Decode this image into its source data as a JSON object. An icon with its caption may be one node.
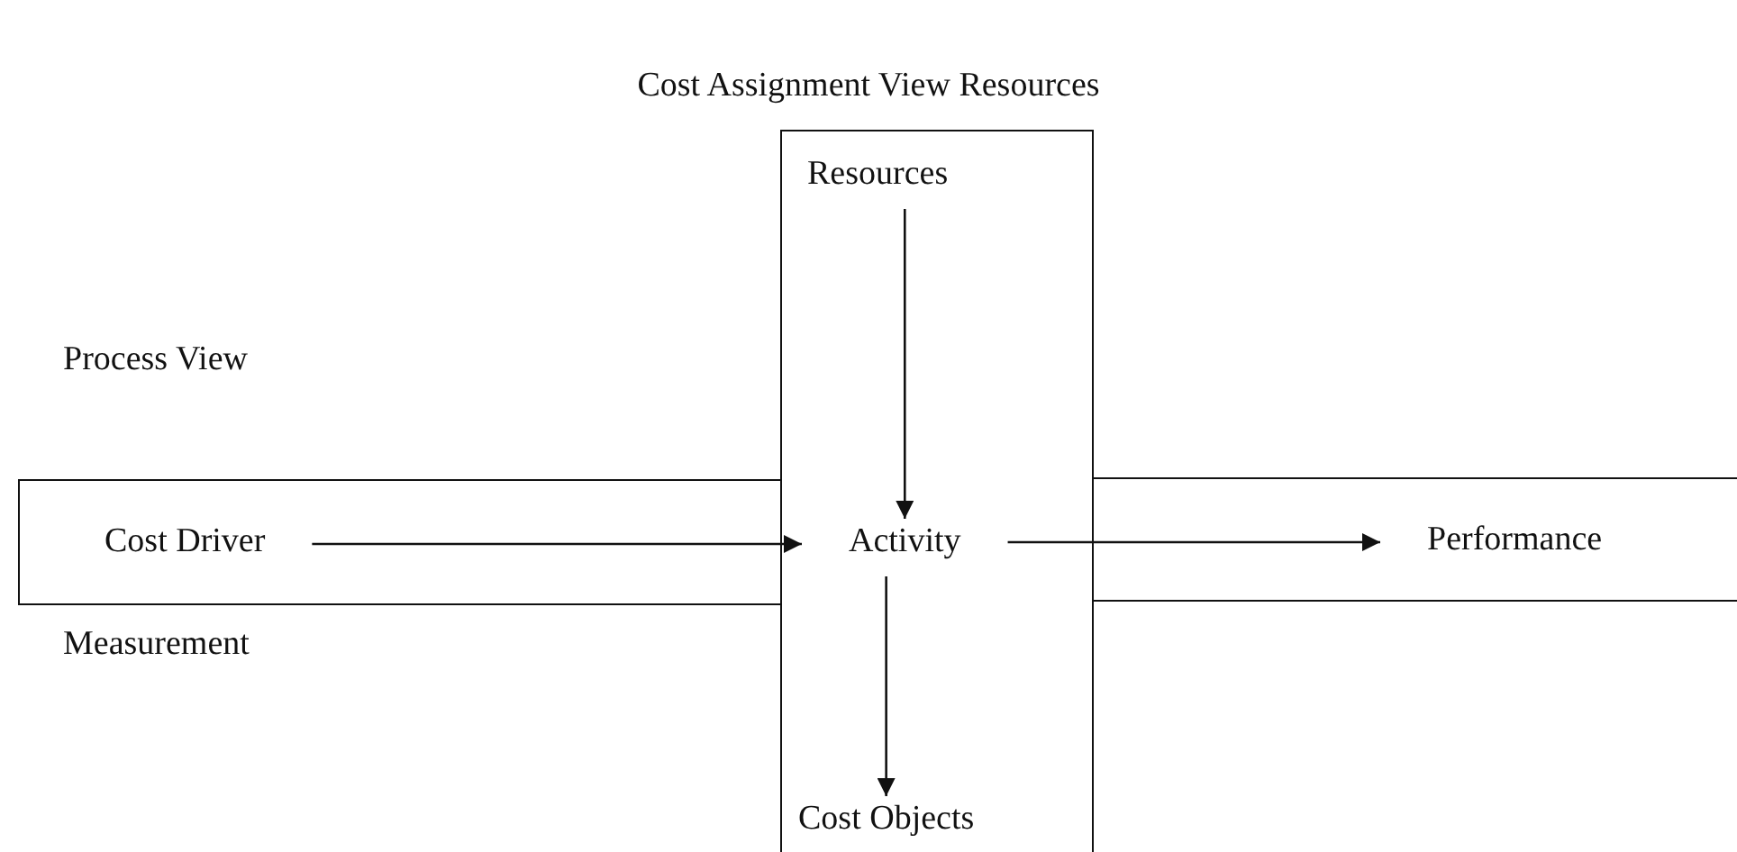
{
  "diagram": {
    "title": "Cost Assignment View Resources",
    "nodes": [
      {
        "text": [],
        "shape": "box"
      },
      {
        "text": [
          "Resources"
        ],
        "in": 0
      },
      {
        "text": [],
        "shape": "box"
      },
      {
        "text": [
          "Cost Driver"
        ],
        "in": 2
      },
      {
        "text": [
          "Activity"
        ],
        "in": 0
      },
      {
        "text": [],
        "shape": "box"
      },
      {
        "text": [
          "Performance"
        ],
        "in": 5
      },
      {
        "text": [
          "Cost Objects"
        ],
        "in": 0
      }
    ],
    "edges": [
      {
        "from": 1,
        "to": 4,
        "arrow": "to"
      },
      {
        "from": 3,
        "to": 4,
        "arrow": "to"
      },
      {
        "from": 4,
        "to": 6,
        "arrow": "to"
      },
      {
        "from": 4,
        "to": 7,
        "arrow": "to"
      }
    ],
    "labels": [
      "Process View",
      "Measurement"
    ]
  }
}
